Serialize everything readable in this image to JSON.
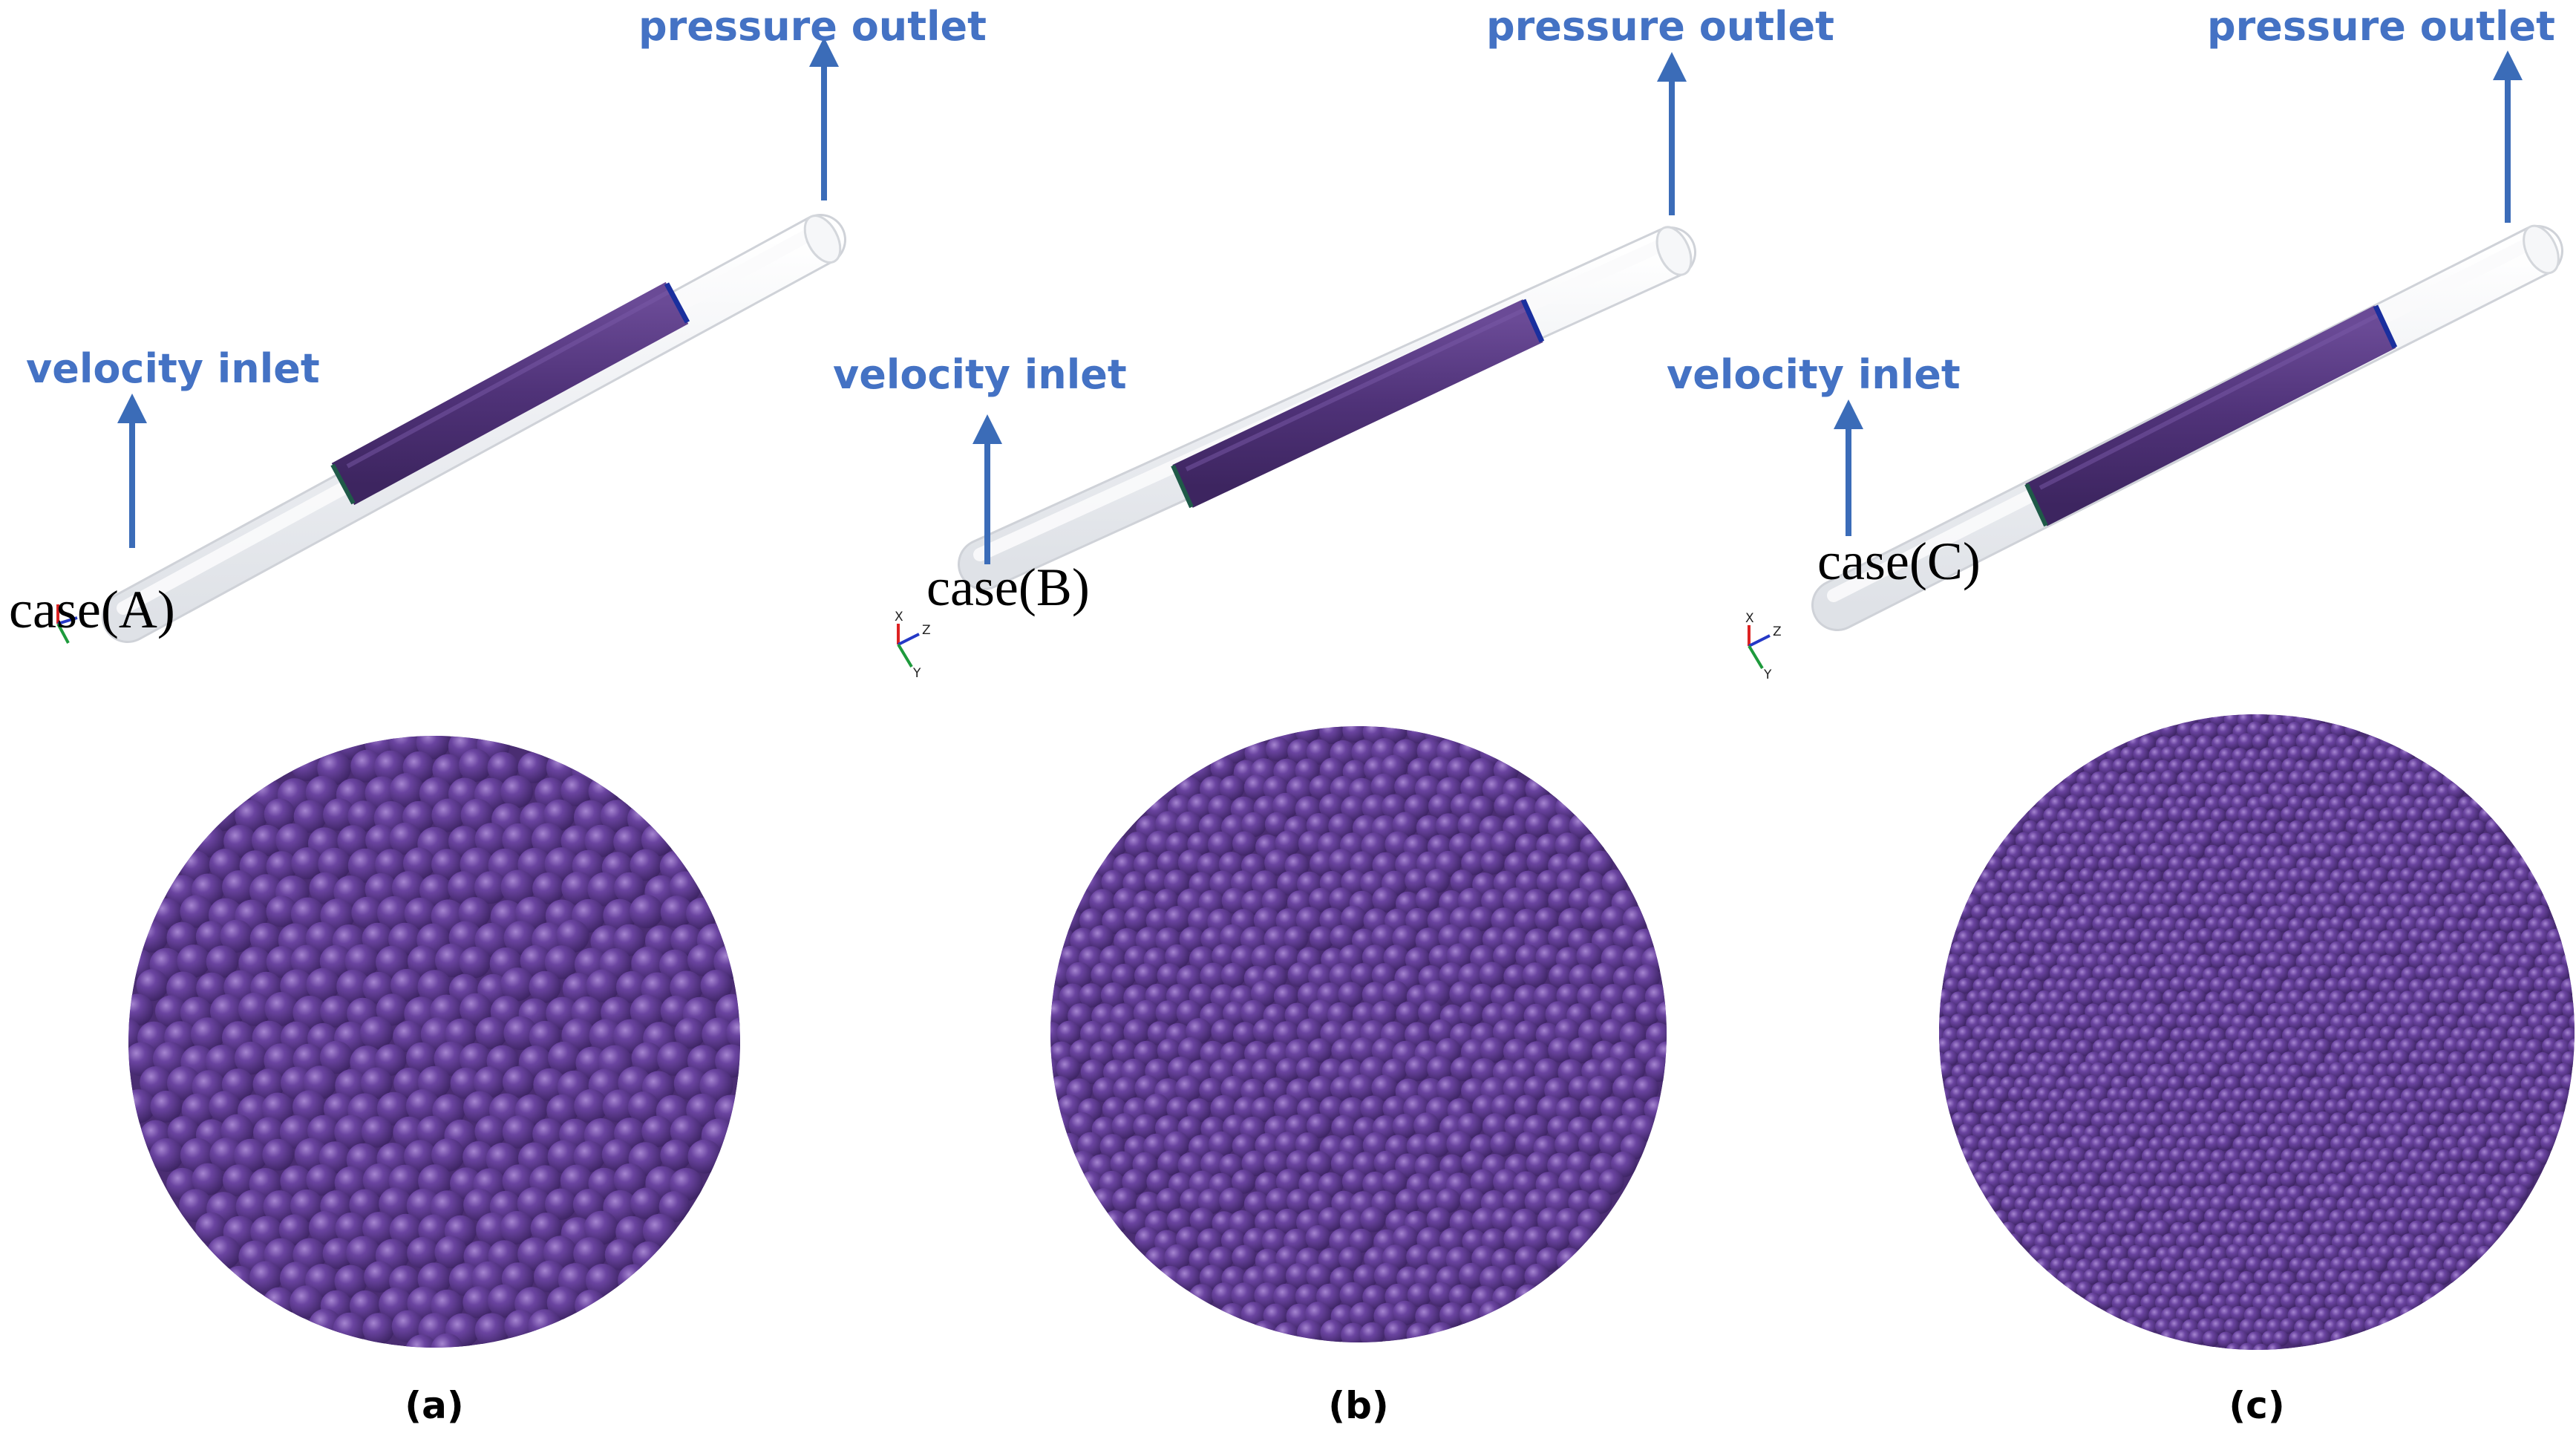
{
  "colors": {
    "label_blue": "#4472C4",
    "arrow_blue": "#3b6cb8",
    "bed_purple": "#4f3278",
    "particle_purple": "#5e3a92",
    "particle_highlight": "#9a7cc8",
    "particle_shadow": "#3a2260",
    "tube_glass": "#f2f3f5",
    "tube_edge": "#cfd2d8",
    "interface_blue": "#1a2f9e",
    "interface_green": "#1f5a48"
  },
  "panels": [
    {
      "id": "a",
      "pressure_label": "pressure outlet",
      "velocity_label": "velocity inlet",
      "case_label": "case(A)",
      "sublabel": "(a)",
      "particle_pattern": "coarse"
    },
    {
      "id": "b",
      "pressure_label": "pressure outlet",
      "velocity_label": "velocity inlet",
      "case_label": "case(B)",
      "sublabel": "(b)",
      "particle_pattern": "medium"
    },
    {
      "id": "c",
      "pressure_label": "pressure outlet",
      "velocity_label": "velocity inlet",
      "case_label": "case(C)",
      "sublabel": "(c)",
      "particle_pattern": "fine"
    }
  ],
  "axes_triad": {
    "x": "X",
    "y": "Y",
    "z": "Z",
    "icons": [
      "x-axis-red",
      "y-axis-green",
      "z-axis-blue"
    ]
  }
}
